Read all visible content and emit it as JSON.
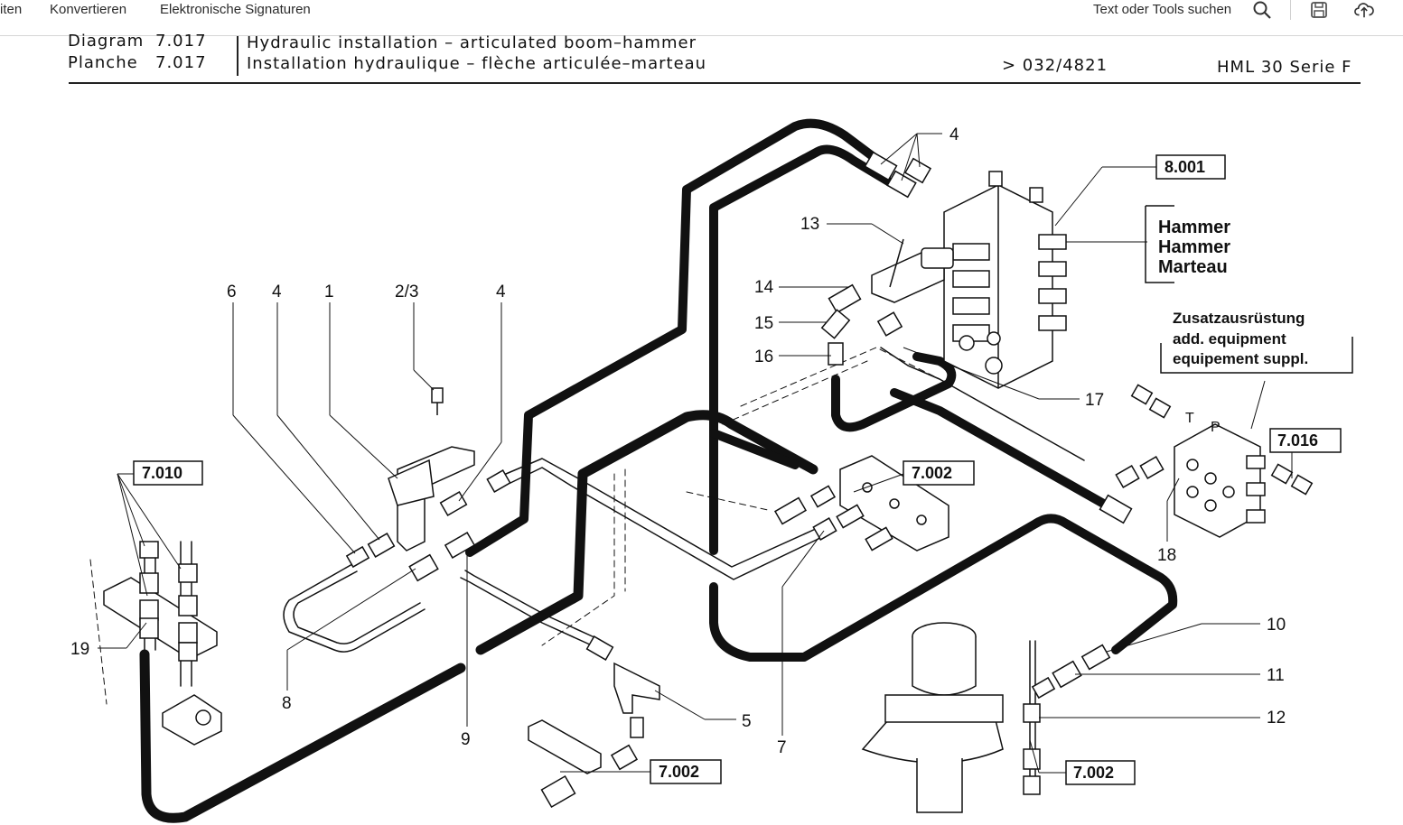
{
  "toolbar": {
    "items": [
      "iten",
      "Konvertieren",
      "Elektronische Signaturen"
    ],
    "search_label": "Text oder Tools suchen",
    "icons": [
      "search-icon",
      "save-icon",
      "upload-icon"
    ]
  },
  "header": {
    "diagram_label": "Diagram",
    "diagram_no": "7.017",
    "planche_label": "Planche",
    "planche_no": "7.017",
    "title_en": "Hydraulic installation – articulated boom–hammer",
    "title_fr": "Installation hydraulique – flèche articulée–marteau",
    "serial": "> 032/4821",
    "model": "HML 30 Serie F"
  },
  "diagram": {
    "callouts": [
      "6",
      "4",
      "1",
      "2/3",
      "4",
      "4",
      "13",
      "14",
      "15",
      "16",
      "17",
      "18",
      "19",
      "8",
      "9",
      "5",
      "7",
      "10",
      "11",
      "12"
    ],
    "ref_boxes": [
      "8.001",
      "7.010",
      "7.002",
      "7.016",
      "7.002",
      "7.002"
    ],
    "hammer_text": [
      "Hammer",
      "Hammer",
      "Marteau"
    ],
    "equipment_text": [
      "Zusatzausrüstung",
      "add. equipment",
      "equipement suppl."
    ],
    "valve_letters": [
      "T",
      "P"
    ]
  }
}
